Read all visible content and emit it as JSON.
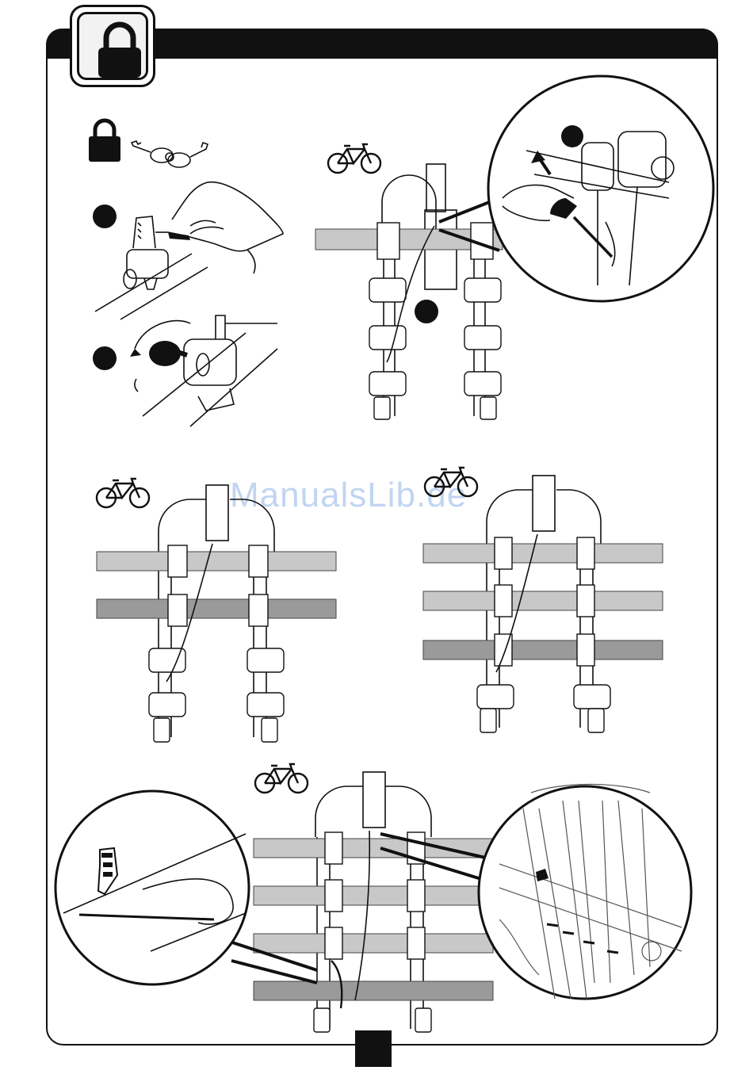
{
  "watermark": {
    "text": "ManualsLib.de",
    "color": "#8fb4e6"
  },
  "header": {
    "icon": "padlock-icon",
    "color": "#111111"
  },
  "figures": {
    "top_left": {
      "icons": [
        "padlock-icon",
        "keys-icon"
      ],
      "steps": 2
    },
    "top_right": {
      "icon": "bicycle-icon",
      "bikes": 1,
      "steps": 2
    },
    "middle_left": {
      "icon": "bicycle-icon",
      "bikes": 2
    },
    "middle_right": {
      "icon": "bicycle-icon",
      "bikes": 3
    },
    "bottom": {
      "icon": "bicycle-icon",
      "bikes": 4
    }
  },
  "colors": {
    "ink": "#111111",
    "bar_light": "#c8c8c8",
    "bar_dark": "#9a9a9a"
  }
}
